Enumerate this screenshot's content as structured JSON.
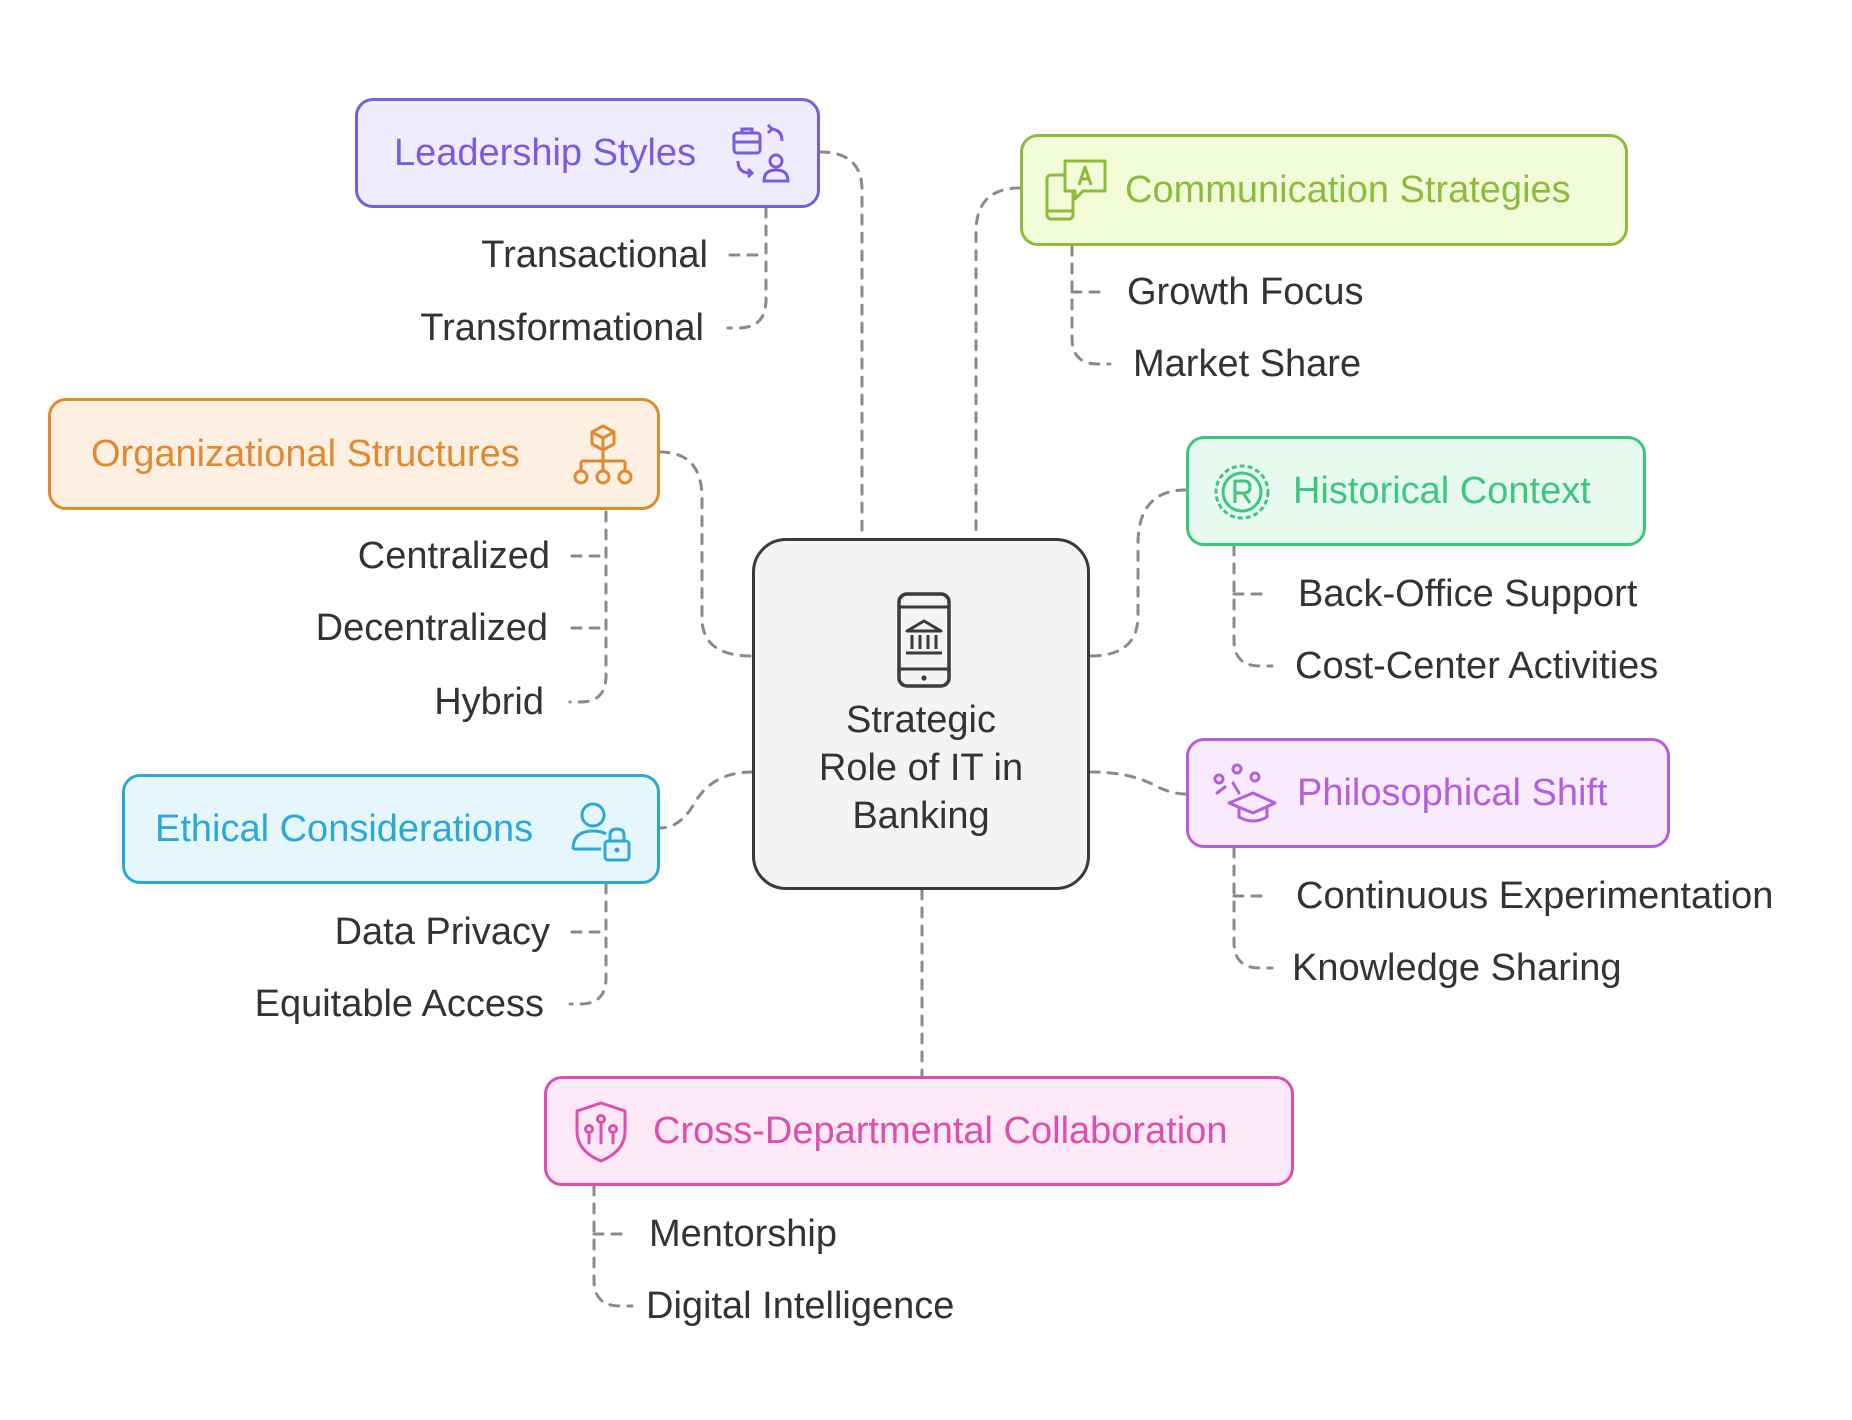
{
  "center": {
    "line1": "Strategic",
    "line2": "Role of IT in",
    "line3": "Banking",
    "icon": "mobile-bank-icon"
  },
  "colors": {
    "connector": "#8a8a8a",
    "leadership": "#7b5be0",
    "communication": "#8cbd3a",
    "organizational": "#e08a30",
    "historical": "#3cc77e",
    "ethical": "#2aa9d8",
    "philosophical": "#b45ee0",
    "cross": "#dc4fae"
  },
  "branches": {
    "leadership": {
      "label": "Leadership Styles",
      "icon": "briefcase-exchange-person-icon",
      "items": [
        "Transactional",
        "Transformational"
      ]
    },
    "communication": {
      "label": "Communication Strategies",
      "icon": "device-chat-icon",
      "items": [
        "Growth Focus",
        "Market Share"
      ]
    },
    "organizational": {
      "label": "Organizational Structures",
      "icon": "hierarchy-icon",
      "items": [
        "Centralized",
        "Decentralized",
        "Hybrid"
      ]
    },
    "historical": {
      "label": "Historical Context",
      "icon": "registered-badge-icon",
      "items": [
        "Back-Office Support",
        "Cost-Center Activities"
      ]
    },
    "ethical": {
      "label": "Ethical Considerations",
      "icon": "user-lock-icon",
      "items": [
        "Data Privacy",
        "Equitable Access"
      ]
    },
    "philosophical": {
      "label": "Philosophical Shift",
      "icon": "graduation-cap-dots-icon",
      "items": [
        "Continuous Experimentation",
        "Knowledge Sharing"
      ]
    },
    "cross": {
      "label": "Cross-Departmental Collaboration",
      "icon": "shield-network-icon",
      "items": [
        "Mentorship",
        "Digital Intelligence"
      ]
    }
  }
}
